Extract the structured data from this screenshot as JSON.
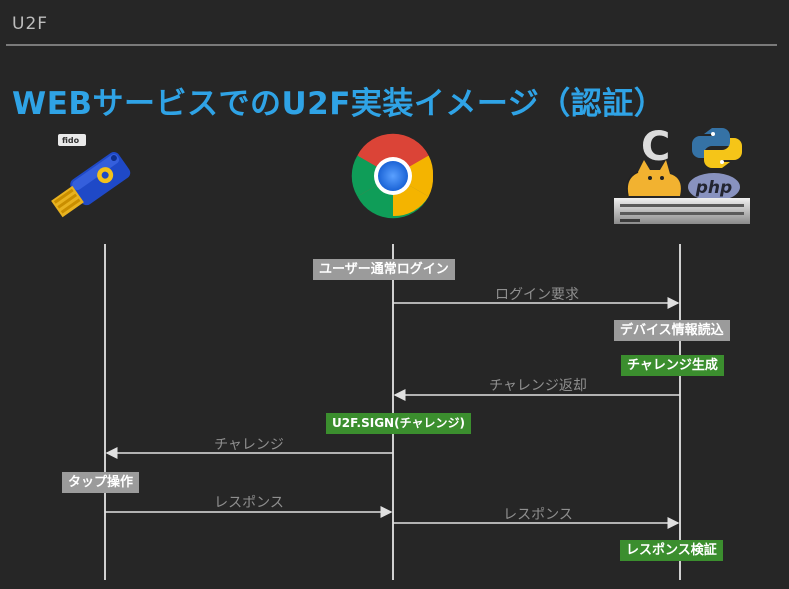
{
  "header": {
    "section": "U2F"
  },
  "title": "WEBサービスでのU2F実装イメージ（認証）",
  "actors": {
    "key": {
      "icon": "security-key-icon",
      "logo_text": "fido"
    },
    "browser": {
      "icon": "chrome-icon"
    },
    "server": {
      "icon": "server-icon",
      "c_label": "C",
      "php_label": "php"
    }
  },
  "notes": {
    "user_login": "ユーザー通常ログイン",
    "device_read": "デバイス情報読込",
    "challenge_gen": "チャレンジ生成",
    "u2f_sign": "U2F.SIGN(チャレンジ)",
    "tap": "タップ操作",
    "verify": "レスポンス検証"
  },
  "messages": {
    "login_request": "ログイン要求",
    "challenge_return": "チャレンジ返却",
    "challenge": "チャレンジ",
    "response_key": "レスポンス",
    "response_server": "レスポンス"
  },
  "colors": {
    "background": "#262626",
    "title": "#2fa3e6",
    "note_gray": "#9b9b9b",
    "note_green": "#3b8e2e",
    "line": "#d0d0d0"
  }
}
